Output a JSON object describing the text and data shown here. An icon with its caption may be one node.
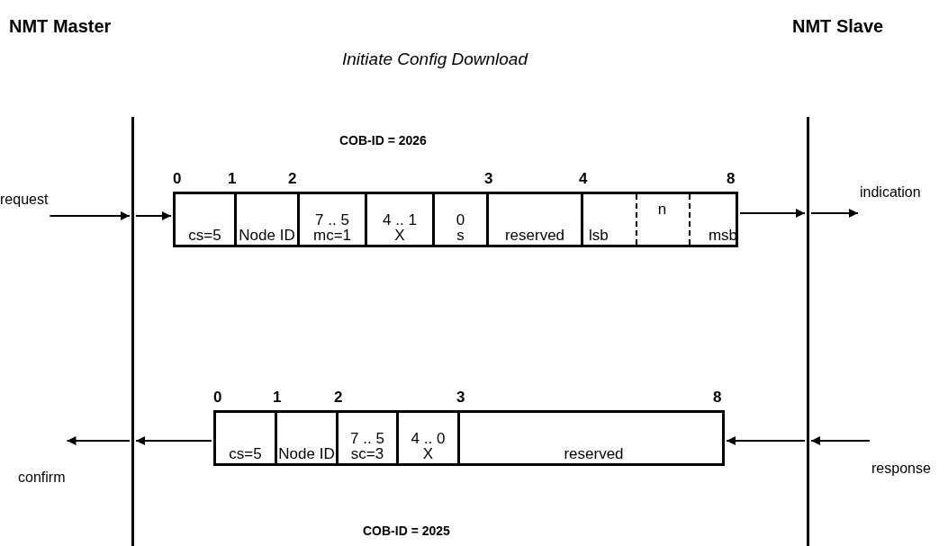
{
  "diagram": {
    "title": "Initiate Config Download",
    "nodes": [
      {
        "text": [],
        "shape": "bar"
      },
      {
        "text": [],
        "shape": "bar"
      },
      {
        "text": [
          "request"
        ]
      },
      {
        "text": [
          "indication"
        ]
      },
      {
        "text": [
          "confirm"
        ]
      },
      {
        "text": [
          "response"
        ]
      },
      {
        "text": [],
        "shape": "box"
      },
      {
        "text": [
          "cs=5"
        ],
        "in": 6
      },
      {
        "text": [
          "Node ID"
        ],
        "in": 6
      },
      {
        "text": [
          "7 .. 5",
          "mc=1"
        ],
        "in": 6
      },
      {
        "text": [
          "4 .. 1",
          "X"
        ],
        "in": 6
      },
      {
        "text": [
          "0",
          "s"
        ],
        "in": 6
      },
      {
        "text": [
          "reserved"
        ],
        "in": 6
      },
      {
        "text": [
          "lsb",
          "n",
          "msb"
        ],
        "in": 6
      },
      {
        "text": [],
        "shape": "box"
      },
      {
        "text": [
          "cs=5"
        ],
        "in": 14
      },
      {
        "text": [
          "Node ID"
        ],
        "in": 14
      },
      {
        "text": [
          "7 .. 5",
          "sc=3"
        ],
        "in": 14
      },
      {
        "text": [
          "4 .. 0",
          "X"
        ],
        "in": 14
      },
      {
        "text": [
          "reserved"
        ],
        "in": 14
      }
    ],
    "edges": [
      {
        "from": 2,
        "to": 0,
        "arrow": "to"
      },
      {
        "from": 0,
        "to": 6,
        "arrow": "to"
      },
      {
        "from": 6,
        "to": 1,
        "arrow": "to"
      },
      {
        "from": 1,
        "to": 3,
        "arrow": "to"
      },
      {
        "from": 5,
        "to": 1,
        "arrow": "to"
      },
      {
        "from": 1,
        "to": 14,
        "arrow": "to"
      },
      {
        "from": 14,
        "to": 0,
        "arrow": "to"
      },
      {
        "from": 0,
        "to": 4,
        "arrow": "to"
      }
    ],
    "labels": [
      "NMT Master",
      "NMT Slave",
      "COB-ID = 2026",
      "0",
      "1",
      "2",
      "3",
      "4",
      "8",
      "0",
      "1",
      "2",
      "3",
      "8",
      "COB-ID = 2025"
    ]
  }
}
